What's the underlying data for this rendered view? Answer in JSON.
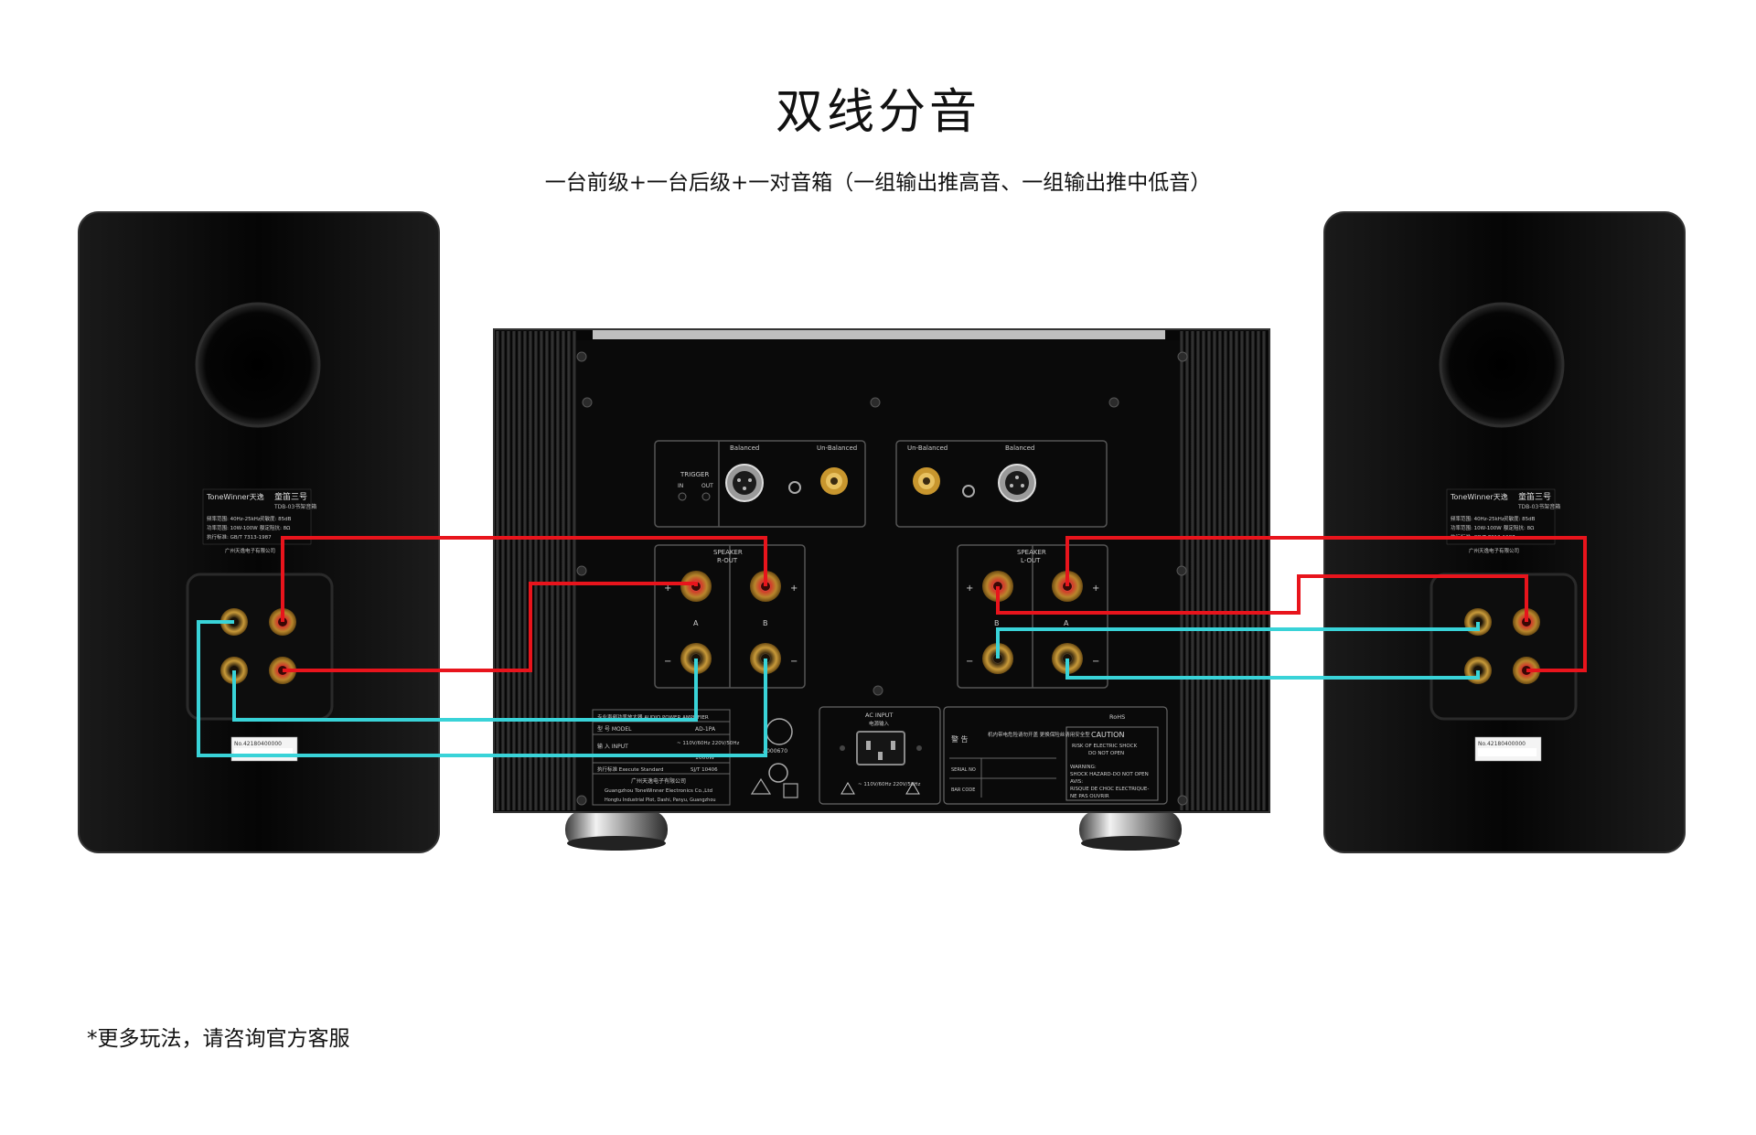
{
  "title": "双线分音",
  "subtitle": "一台前级+一台后级+一对音箱（一组输出推高音、一组输出推中低音）",
  "footnote": "*更多玩法，请咨询官方客服",
  "colors": {
    "high_cable": "#e8141c",
    "low_cable": "#39d3d8",
    "chassis": "#0b0b0b",
    "panel_text": "#cfcfcf"
  },
  "speaker": {
    "brand": "ToneWinner天逸",
    "model": "童笛三号",
    "model_code": "TDB-03书架音箱",
    "spec_freq": "频率范围: 40Hz-25kHz",
    "spec_sens": "灵敏度: 85dB",
    "spec_power": "功率范围: 10W-100W",
    "spec_imp": "额定阻抗: 8Ω",
    "spec_std": "执行标准: GB/T 7313-1987",
    "maker": "广州天逸电子有限公司",
    "serial_tag": "No.42180400000"
  },
  "amp": {
    "trigger": "TRIGGER",
    "trigger_in": "IN",
    "trigger_out": "OUT",
    "balanced": "Balanced",
    "unbalanced": "Un-Balanced",
    "speaker_r": "SPEAKER",
    "r_out": "R-OUT",
    "l_out": "L-OUT",
    "a": "A",
    "b": "B",
    "plus": "+",
    "minus": "−",
    "label_title": "专业声频功率放大器  AUDIO POWER AMPLIFIER",
    "label_model": "型 号 MODEL",
    "label_model_val": "AD-1PA",
    "label_input": "输 入 INPUT",
    "label_input_val": "~ 110V/60Hz 220V/50Hz",
    "label_power": "1000W",
    "label_std": "执行标准 Execute Standard",
    "label_std_val": "SJ/T 10406",
    "label_company_cn": "广州天逸电子有限公司",
    "label_company_en": "Guangzhou ToneWinner Electronics Co.,Ltd",
    "label_address": "Hongtu Industrial Plot, Dashi, Panyu, Guangzhou",
    "cert_code": "A000670",
    "ac_input": "AC INPUT",
    "ac_input_cn": "电源输入",
    "ac_voltage": "~ 110V/60Hz 220V/50Hz",
    "warning_cn": "警 告",
    "warning_text": "机内带电危险请勿开盖 更换保险丝请用安全型",
    "serial_no": "SERIAL NO",
    "bar_code": "BAR CODE",
    "rohs": "RoHS",
    "caution": "CAUTION",
    "caution_1": "RISK OF ELECTRIC SHOCK",
    "caution_2": "DO NOT OPEN",
    "caution_3": "WARNING:",
    "caution_4": "SHOCK HAZARD-DO NOT OPEN",
    "caution_5": "AVIS:",
    "caution_6": "RISQUE DE CHOC ELECTRIQUE-",
    "caution_7": "NE PAS OUVRIR"
  }
}
